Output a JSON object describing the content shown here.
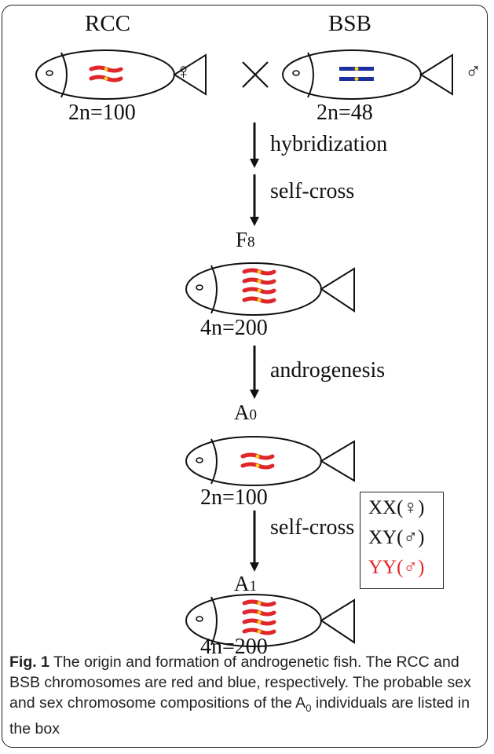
{
  "parents": {
    "left": {
      "name": "RCC",
      "ploidy": "2n=100",
      "sex_symbol": "♀"
    },
    "right": {
      "name": "BSB",
      "ploidy": "2n=48",
      "sex_symbol": "♂"
    },
    "cross_symbol": "×"
  },
  "steps": {
    "hybridization": "hybridization",
    "self_cross_1": "self-cross",
    "androgenesis": "androgenesis",
    "self_cross_2": "self-cross"
  },
  "generations": {
    "f8": {
      "label_main": "F",
      "label_sub": "8",
      "ploidy": "4n=200"
    },
    "a0": {
      "label_main": "A",
      "label_sub": "0",
      "ploidy": "2n=100"
    },
    "a1": {
      "label_main": "A",
      "label_sub": "1",
      "ploidy": "4n=200"
    }
  },
  "sex_box": {
    "rows": [
      {
        "text": "XX(♀)",
        "color": "#111111"
      },
      {
        "text": "XY(♂)",
        "color": "#111111"
      },
      {
        "text": "YY(♂)",
        "color": "#e0262b"
      }
    ]
  },
  "caption": {
    "label": "Fig. 1",
    "text_1": " The origin and formation of androgenetic fish. The RCC and BSB chromosomes are red and blue, respectively. The probable sex and sex chromosome compositions of the A",
    "sub": "0",
    "text_2": " individuals are listed in the box"
  },
  "colors": {
    "rcc_chromosome": "#e0262b",
    "bsb_chromosome": "#1c2f9e",
    "centromere": "#f4d21c"
  }
}
